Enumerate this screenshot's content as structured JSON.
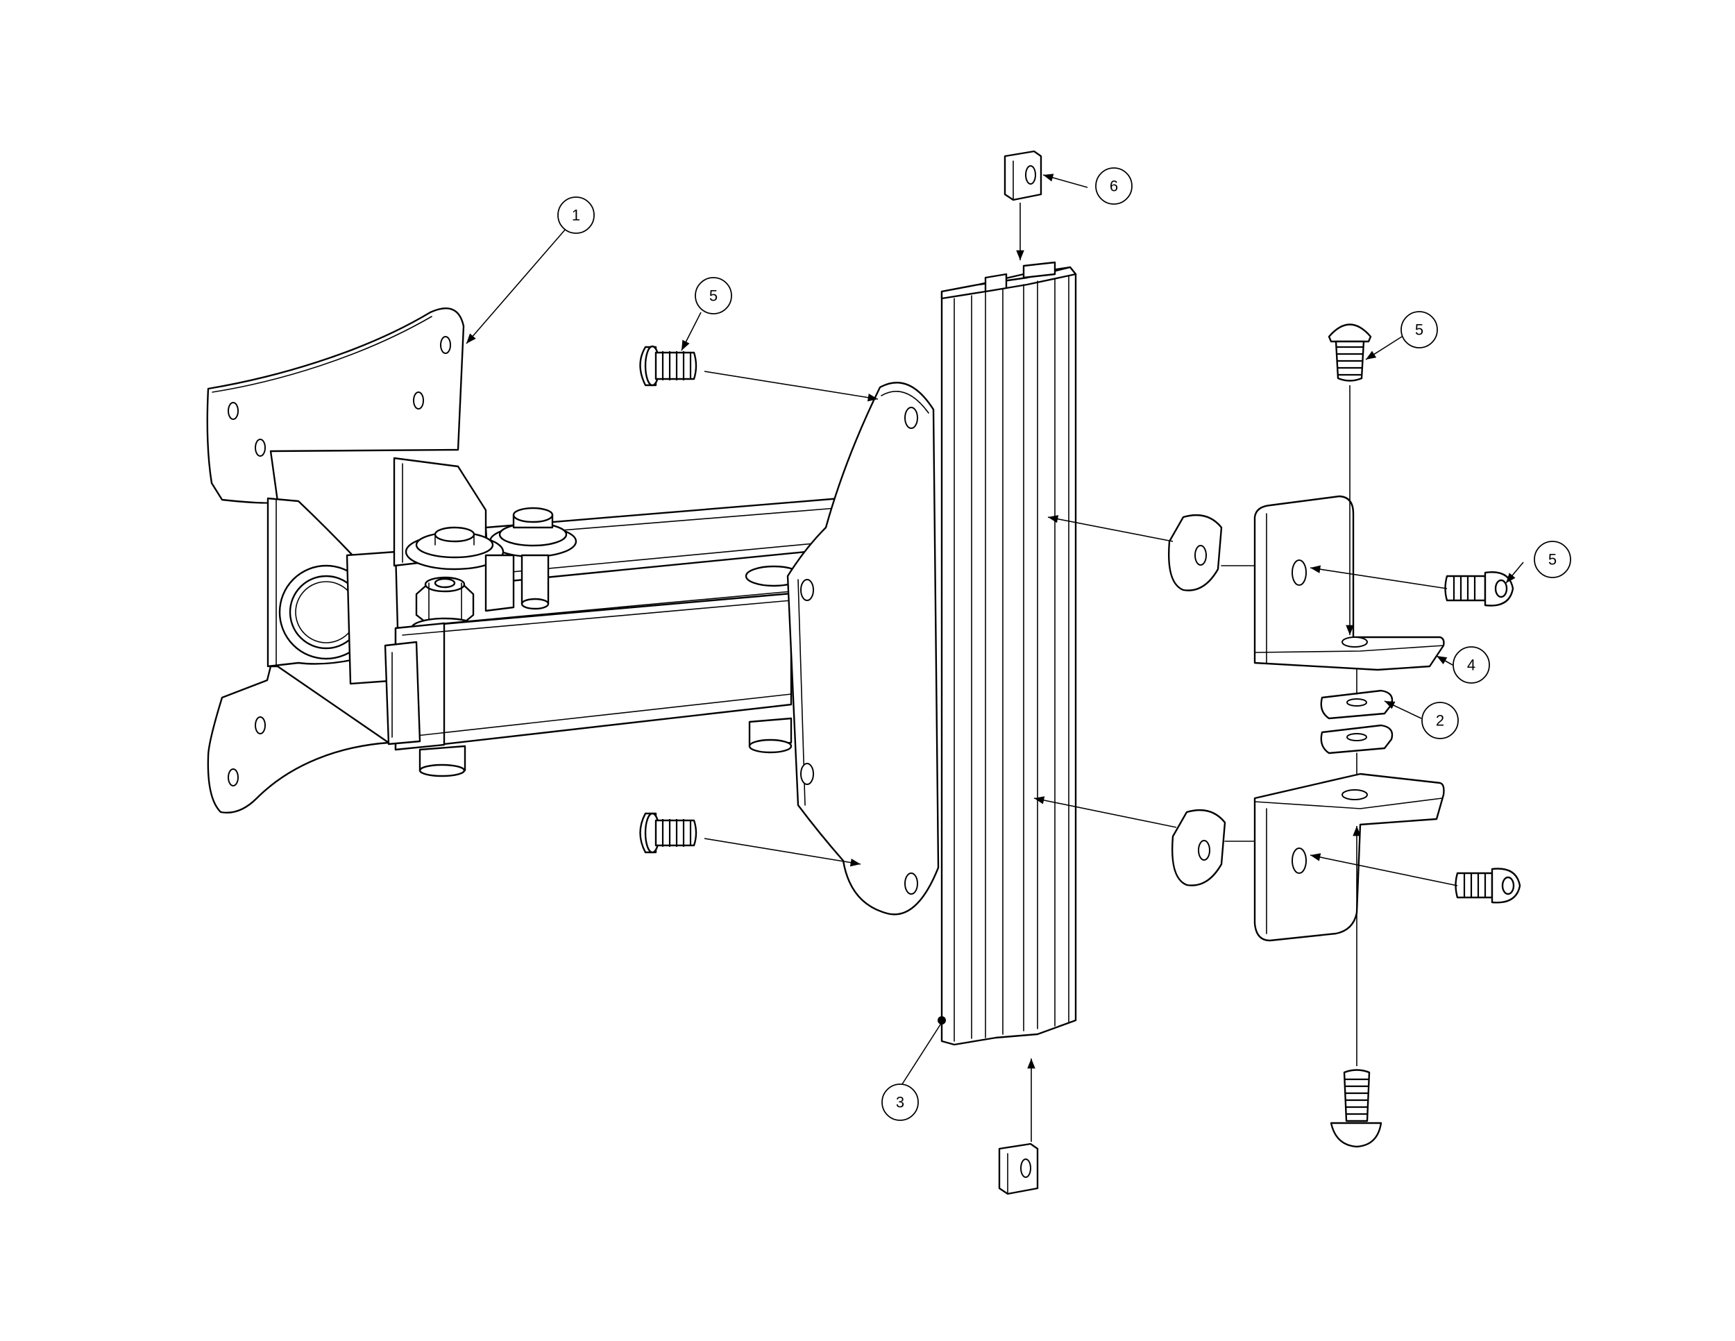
{
  "callouts": [
    {
      "id": "c1",
      "label": "1"
    },
    {
      "id": "c2",
      "label": "2"
    },
    {
      "id": "c3",
      "label": "3"
    },
    {
      "id": "c4",
      "label": "4"
    },
    {
      "id": "c5a",
      "label": "5"
    },
    {
      "id": "c5b",
      "label": "5"
    },
    {
      "id": "c5c",
      "label": "5"
    },
    {
      "id": "c6",
      "label": "6"
    }
  ],
  "colors": {
    "line": "#000000",
    "background": "#ffffff"
  }
}
